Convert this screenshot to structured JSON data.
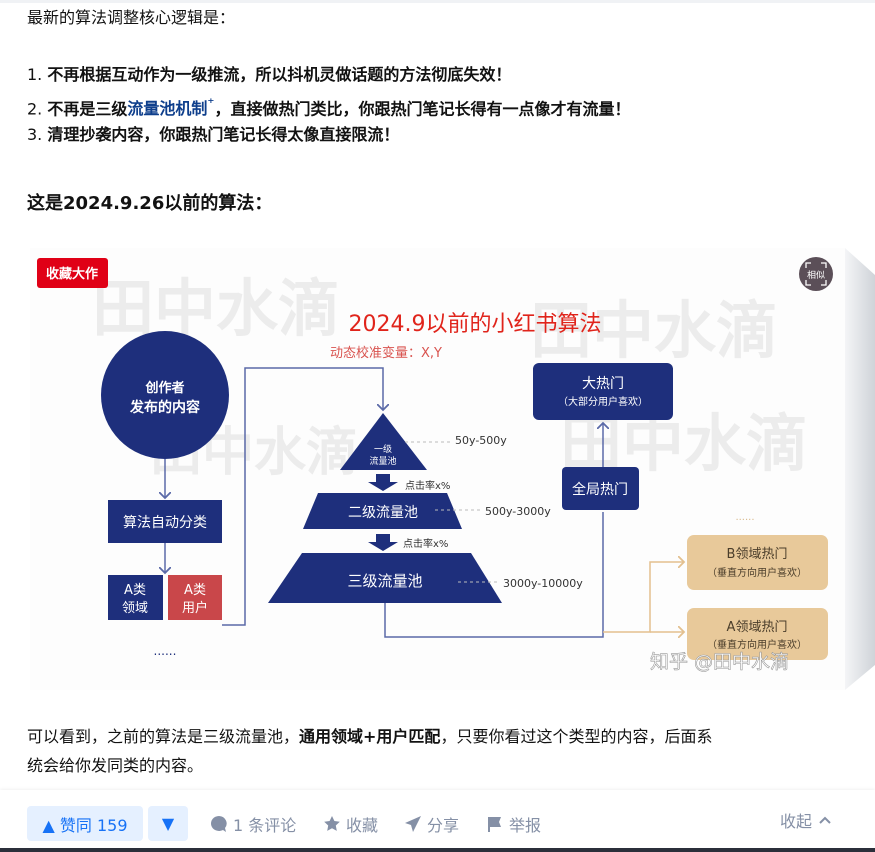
{
  "article": {
    "intro": "最新的算法调整核心逻辑是：",
    "points": [
      {
        "num": "1. ",
        "text": "不再根据互动作为一级推流，所以抖机灵做话题的方法彻底失效！"
      },
      {
        "num": "2. ",
        "pre": "不再是三级",
        "link": "流量池机制",
        "link_mark": "⁺",
        "post": "，直接做热门类比，你跟热门笔记长得有一点像才有流量！"
      },
      {
        "num": "3. ",
        "text": "清理抄袭内容，你跟热门笔记长得太像直接限流！"
      }
    ],
    "heading": "这是2024.9.26以前的算法：",
    "after_pre": "可以看到，之前的算法是三级流量池，",
    "after_bold": "通用领域+用户匹配",
    "after_post": "，只要你看过这个类型的内容，后面系",
    "after_line2": "统会给你发同类的内容。"
  },
  "image": {
    "badge": "收藏大作",
    "similar_label": "相似",
    "watermark_bg": "田中水滴",
    "watermark_credit": "知乎 @田中水滴",
    "title": "2024.9以前的小红书算法",
    "subtitle": "动态校准变量：X,Y",
    "creator_line1": "创作者",
    "creator_line2": "发布的内容",
    "classify": "算法自动分类",
    "a_domain_1": "A类",
    "a_domain_2": "领域",
    "a_user_1": "A类",
    "a_user_2": "用户",
    "dots": "......",
    "pool1_1": "一级",
    "pool1_2": "流量池",
    "pool2": "二级流量池",
    "pool3": "三级流量池",
    "ctr1": "点击率x%",
    "ctr2": "点击率x%",
    "range1": "50y-500y",
    "range2": "500y-3000y",
    "range3": "3000y-10000y",
    "global_hot": "全局热门",
    "big_hot": "大热门",
    "big_hot_sub": "（大部分用户喜欢）",
    "b_hot": "B领域热门",
    "b_hot_sub": "（垂直方向用户喜欢）",
    "a_hot": "A领域热门",
    "a_hot_sub": "（垂直方向用户喜欢）",
    "colors": {
      "navy": "#1e2f7c",
      "red": "#e0241b",
      "tan": "#e8c99a",
      "badge": "#e00016"
    }
  },
  "footer": {
    "upvote_label": "▲ 赞同 159",
    "downvote_label": "▼",
    "comment_label": "1 条评论",
    "favorite_label": "收藏",
    "share_label": "分享",
    "report_label": "举报",
    "collapse_label": "收起"
  }
}
